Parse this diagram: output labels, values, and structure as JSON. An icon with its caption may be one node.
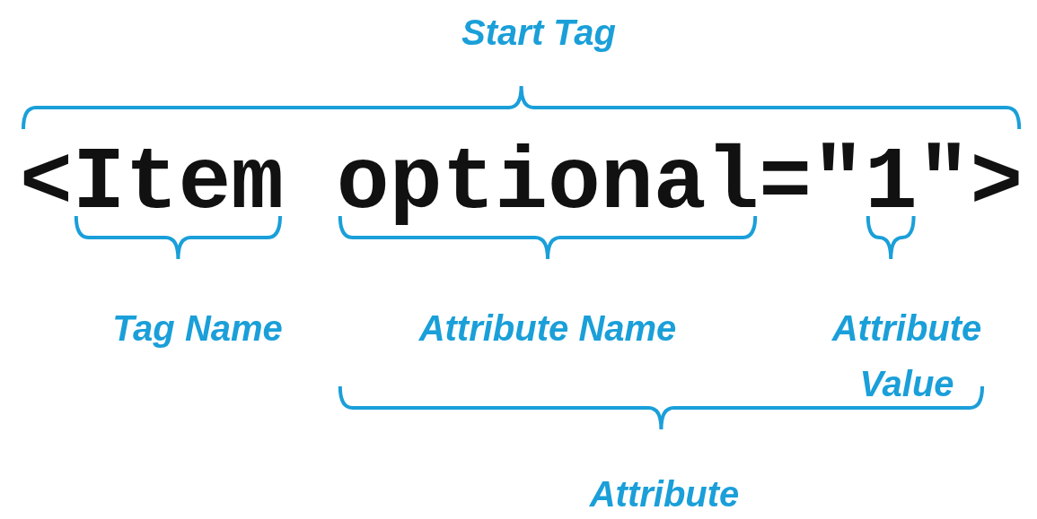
{
  "diagram": {
    "labels": [
      "Start Tag",
      "<Item optional=\"1\">",
      "Tag Name",
      "Attribute Name",
      "Attribute Value",
      "Attribute"
    ]
  }
}
